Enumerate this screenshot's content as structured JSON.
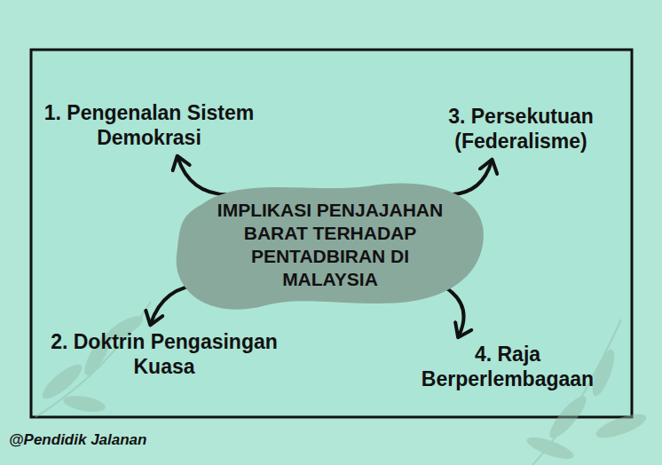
{
  "diagram": {
    "nodes": [
      {
        "text": [
          "IMPLIKASI PENJAJAHAN BARAT TERHADAP PENTADBIRAN DI MALAYSIA"
        ]
      },
      {
        "text": [
          "1. Pengenalan Sistem Demokrasi"
        ]
      },
      {
        "text": [
          "3. Persekutuan (Federalisme)"
        ]
      },
      {
        "text": [
          "2. Doktrin Pengasingan Kuasa"
        ]
      },
      {
        "text": [
          "4. Raja Berperlembagaan"
        ]
      }
    ],
    "edges": [
      {
        "from": 0,
        "to": 1,
        "arrow": "to"
      },
      {
        "from": 0,
        "to": 2,
        "arrow": "to"
      },
      {
        "from": 0,
        "to": 3,
        "arrow": "to"
      },
      {
        "from": 0,
        "to": 4,
        "arrow": "to"
      }
    ],
    "labels": [
      "@Pendidik Jalanan"
    ]
  }
}
